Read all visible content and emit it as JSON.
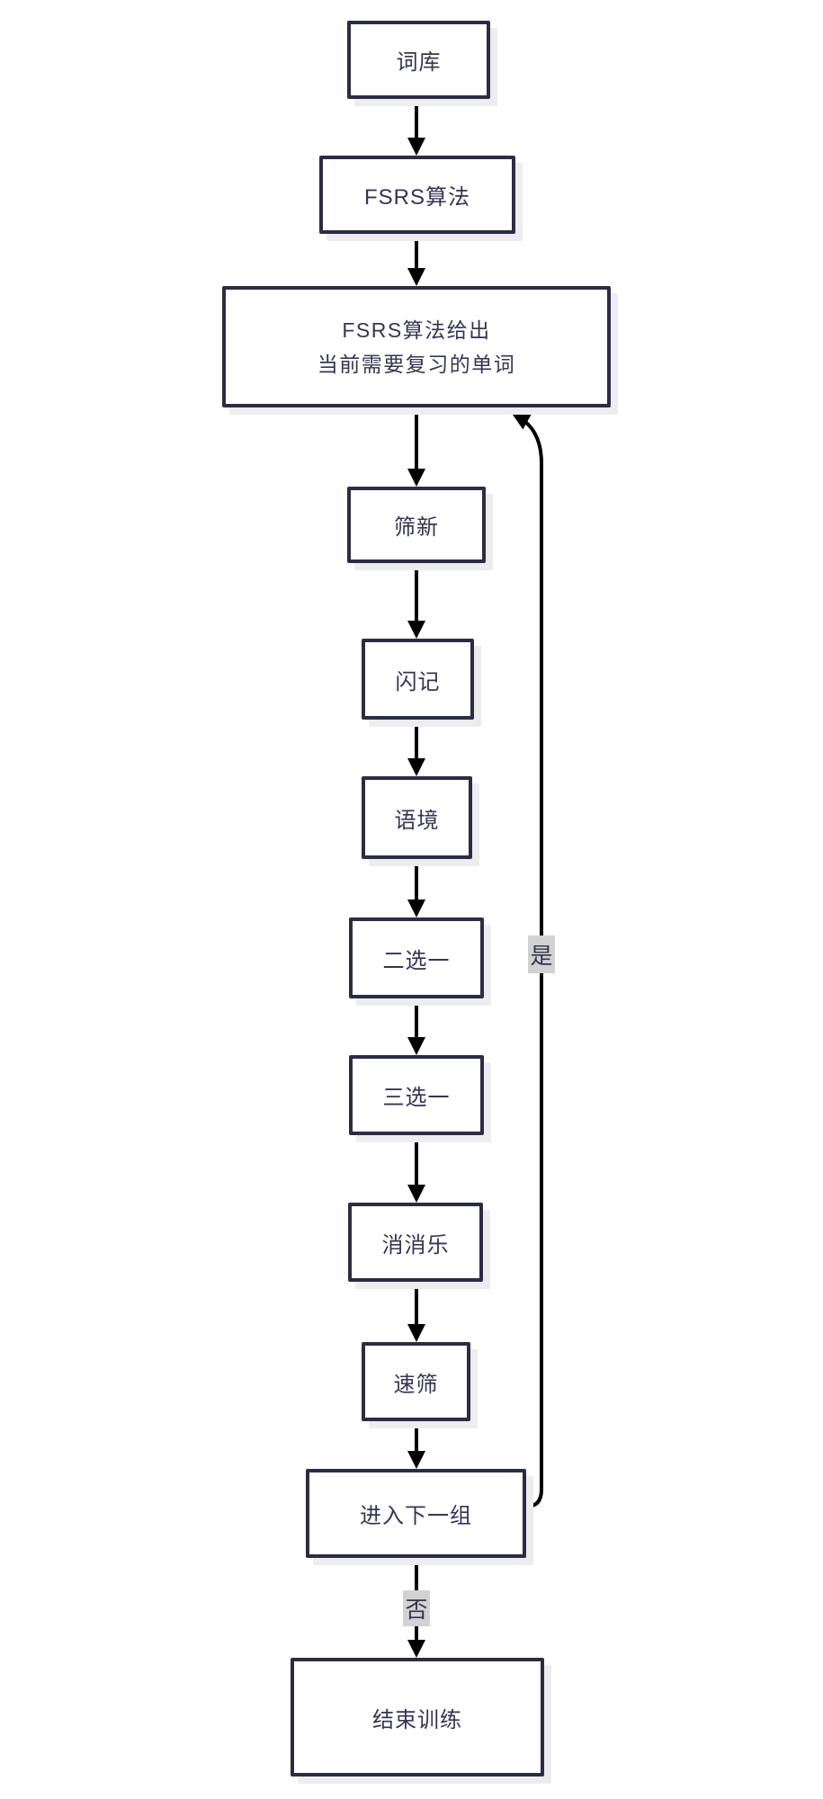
{
  "diagram": {
    "nodes": [
      {
        "id": "word-bank",
        "label": "词库"
      },
      {
        "id": "fsrs",
        "label": "FSRS算法"
      },
      {
        "id": "fsrs-output",
        "lines": [
          "FSRS算法给出",
          "当前需要复习的单词"
        ]
      },
      {
        "id": "sift-new",
        "label": "筛新"
      },
      {
        "id": "flash",
        "label": "闪记"
      },
      {
        "id": "context",
        "label": "语境"
      },
      {
        "id": "choose-2",
        "label": "二选一"
      },
      {
        "id": "choose-3",
        "label": "三选一"
      },
      {
        "id": "match-game",
        "label": "消消乐"
      },
      {
        "id": "quick-sift",
        "label": "速筛"
      },
      {
        "id": "next-group",
        "label": "进入下一组"
      },
      {
        "id": "end-training",
        "label": "结束训练"
      }
    ],
    "edge_labels": {
      "yes": "是",
      "no": "否"
    },
    "edges": [
      {
        "from": "word-bank",
        "to": "fsrs"
      },
      {
        "from": "fsrs",
        "to": "fsrs-output"
      },
      {
        "from": "fsrs-output",
        "to": "sift-new"
      },
      {
        "from": "sift-new",
        "to": "flash"
      },
      {
        "from": "flash",
        "to": "context"
      },
      {
        "from": "context",
        "to": "choose-2"
      },
      {
        "from": "choose-2",
        "to": "choose-3"
      },
      {
        "from": "choose-3",
        "to": "match-game"
      },
      {
        "from": "match-game",
        "to": "quick-sift"
      },
      {
        "from": "quick-sift",
        "to": "next-group"
      },
      {
        "from": "next-group",
        "to": "fsrs-output",
        "label": "是"
      },
      {
        "from": "next-group",
        "to": "end-training",
        "label": "否"
      }
    ],
    "colors": {
      "node_border": "#2c2c45",
      "node_text": "#353552",
      "arrow": "#000000",
      "node_shadow": "#ededef",
      "edge_label_bg": "#d2d2d2",
      "background": "#ffffff"
    }
  }
}
